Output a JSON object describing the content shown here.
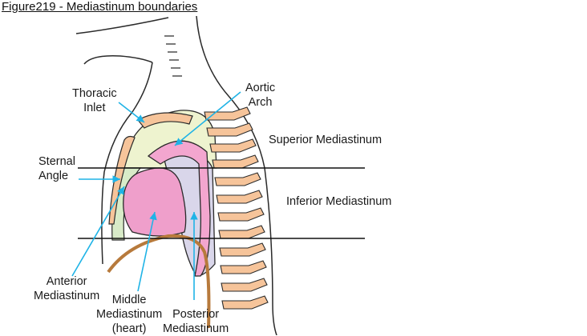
{
  "title": "Figure219 - Mediastinum boundaries",
  "labels": {
    "thoracic_inlet": [
      "Thoracic",
      "Inlet"
    ],
    "aortic_arch": [
      "Aortic",
      "Arch"
    ],
    "sternal_angle": [
      "Sternal",
      "Angle"
    ],
    "superior_mediastinum": "Superior Mediastinum",
    "inferior_mediastinum": "Inferior Mediastinum",
    "anterior_mediastinum": [
      "Anterior",
      "Mediastinum"
    ],
    "middle_mediastinum": [
      "Middle",
      "Mediastinum",
      "(heart)"
    ],
    "posterior_mediastinum": [
      "Posterior",
      "Mediastinum"
    ]
  },
  "colors": {
    "outline": "#2a2a2a",
    "arrow": "#1fb3e6",
    "heart": "#ef9fcb",
    "aortic_arch": "#f3a6cf",
    "posterior": "#d9d6ea",
    "superior": "#eef3cf",
    "anterior": "#d8ebc8",
    "vertebra": "#f6c49a",
    "diaphragm": "#b77a3c"
  }
}
